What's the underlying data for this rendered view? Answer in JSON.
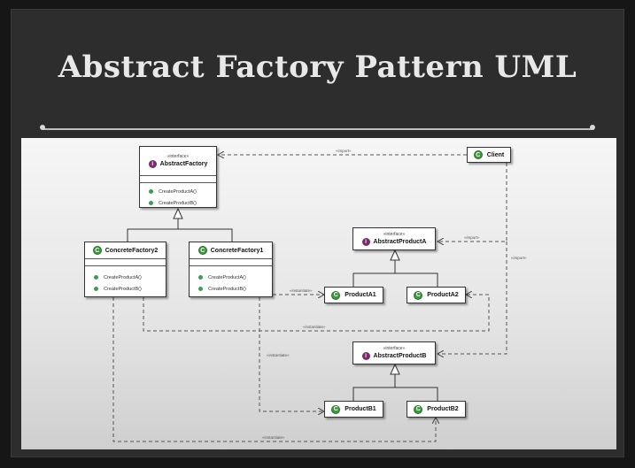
{
  "slide": {
    "title": "Abstract Factory Pattern UML"
  },
  "diagram": {
    "stereotype_interface": "«interface»",
    "abstract_factory": {
      "name": "AbstractFactory",
      "methods": [
        "CreateProductA()",
        "CreateProductB()"
      ]
    },
    "concrete_factory_2": {
      "name": "ConcreteFactory2",
      "methods": [
        "CreateProductA()",
        "CreateProductB()"
      ]
    },
    "concrete_factory_1": {
      "name": "ConcreteFactory1",
      "methods": [
        "CreateProductA()",
        "CreateProductB()"
      ]
    },
    "client": {
      "name": "Client"
    },
    "abstract_product_a": {
      "name": "AbstractProductA"
    },
    "abstract_product_b": {
      "name": "AbstractProductB"
    },
    "product_a1": {
      "name": "ProductA1"
    },
    "product_a2": {
      "name": "ProductA2"
    },
    "product_b1": {
      "name": "ProductB1"
    },
    "product_b2": {
      "name": "ProductB2"
    },
    "edge_labels": {
      "import_1": "«import»",
      "import_2": "«import»",
      "import_3": "«import»",
      "instantiate_1": "«instantiate»",
      "instantiate_2": "«instantiate»",
      "instantiate_3": "«instantiate»",
      "instantiate_4": "«instantiate»"
    },
    "colors": {
      "interface_icon": "#7a2a6d",
      "class_icon": "#3b9a3b"
    }
  }
}
